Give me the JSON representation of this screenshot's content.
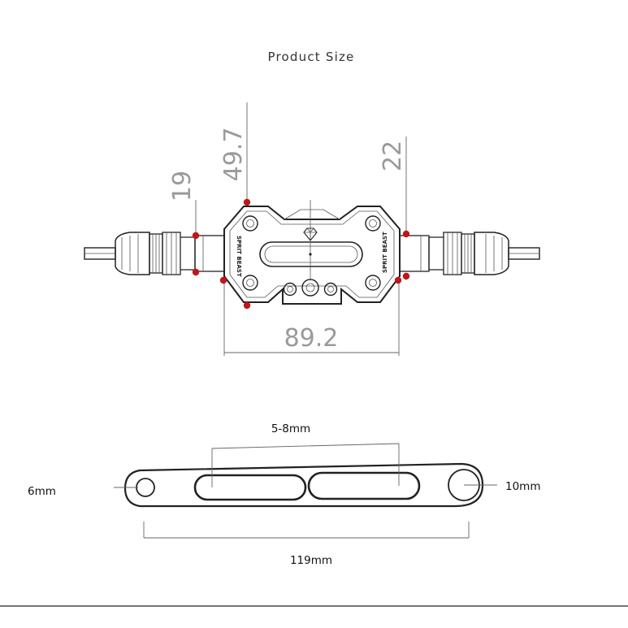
{
  "title": "Product Size",
  "brand_text": "SPRIT BEAST",
  "top_view": {
    "dim_height_total": "49.7",
    "dim_height_bar": "19",
    "dim_height_clamp": "22",
    "dim_width": "89.2"
  },
  "bar_view": {
    "dim_slot": "5-8mm",
    "dim_small_hole": "6mm",
    "dim_large_hole": "10mm",
    "dim_length": "119mm"
  },
  "colors": {
    "marker": "#c0161b",
    "dimension_text": "#9a9a9a",
    "outline": "#222222"
  }
}
